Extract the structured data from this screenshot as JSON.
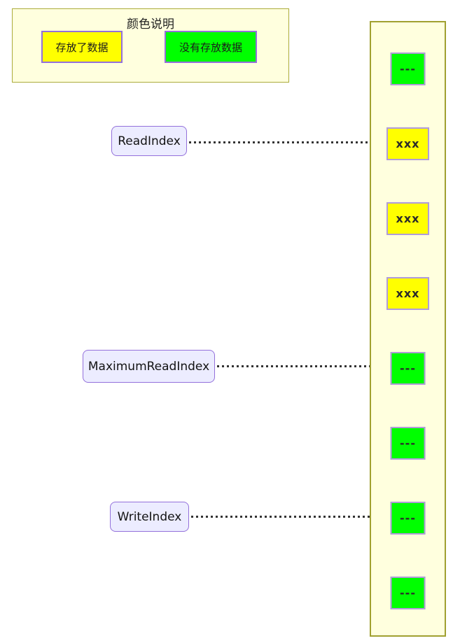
{
  "legend": {
    "title": "颜色说明",
    "items": [
      {
        "label": "存放了数据",
        "fill": "#ffff00"
      },
      {
        "label": "没有存放数据",
        "fill": "#00ff00"
      }
    ]
  },
  "pointers": [
    {
      "label": "ReadIndex",
      "points_to_cell": 1
    },
    {
      "label": "MaximumReadIndex",
      "points_to_cell": 4
    },
    {
      "label": "WriteIndex",
      "points_to_cell": 6
    }
  ],
  "buffer": {
    "cells": [
      {
        "text": "---",
        "fill": "#00ff00"
      },
      {
        "text": "xxx",
        "fill": "#ffff00"
      },
      {
        "text": "xxx",
        "fill": "#ffff00"
      },
      {
        "text": "xxx",
        "fill": "#ffff00"
      },
      {
        "text": "---",
        "fill": "#00ff00"
      },
      {
        "text": "---",
        "fill": "#00ff00"
      },
      {
        "text": "---",
        "fill": "#00ff00"
      },
      {
        "text": "---",
        "fill": "#00ff00"
      }
    ]
  },
  "colors": {
    "panel_fill": "#ffffde",
    "panel_border": "#a0a030",
    "cell_border": "#b09cd9",
    "pointer_fill": "#ececff",
    "pointer_border": "#9370db",
    "arrow": "#333333",
    "filled_cell": "#ffff00",
    "empty_cell": "#00ff00"
  }
}
